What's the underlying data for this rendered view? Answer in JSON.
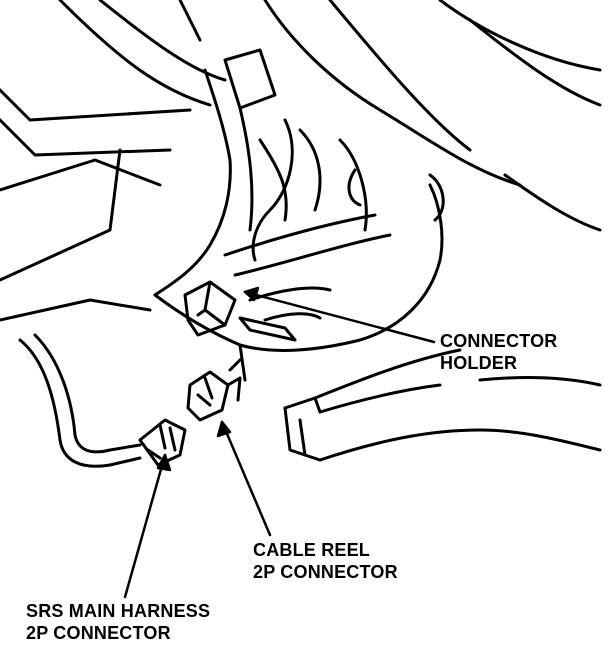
{
  "labels": {
    "connector_holder": {
      "line1": "CONNECTOR",
      "line2": "HOLDER"
    },
    "cable_reel": {
      "line1": "CABLE REEL",
      "line2": "2P CONNECTOR"
    },
    "srs_main_harness": {
      "line1": "SRS MAIN HARNESS",
      "line2": "2P CONNECTOR"
    }
  },
  "colors": {
    "ink": "#000000",
    "paper": "#ffffff"
  }
}
